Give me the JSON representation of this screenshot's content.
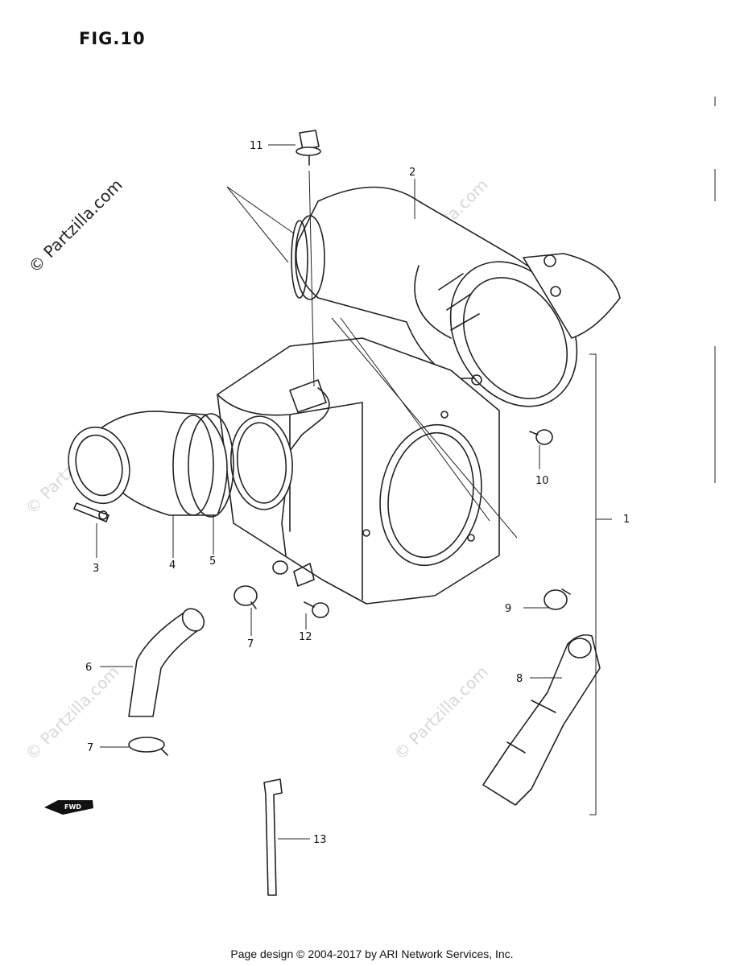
{
  "figure": {
    "title": "FIG.10"
  },
  "watermarks": {
    "main": "© Partzilla.com",
    "faded": "© Partzilla.com"
  },
  "callouts": [
    "1",
    "2",
    "3",
    "4",
    "5",
    "6",
    "7",
    "7",
    "8",
    "9",
    "10",
    "11",
    "12",
    "13"
  ],
  "fwd_marker": {
    "label": "FWD"
  },
  "footer": {
    "text": "Page design © 2004-2017 by ARI Network Services, Inc."
  }
}
